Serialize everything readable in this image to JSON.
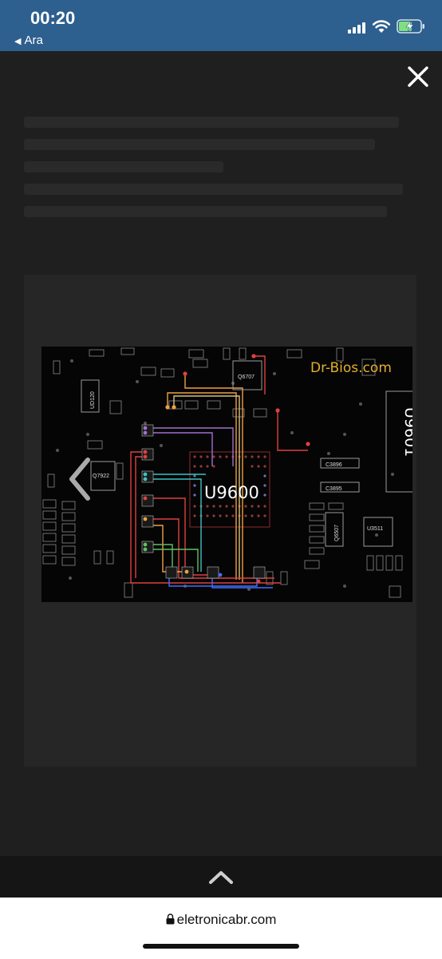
{
  "status_bar": {
    "time": "00:20",
    "back_app": "Ara",
    "back_glyph": "◀"
  },
  "viewer": {
    "board_main_label": "U9600",
    "board_side_label": "U9601",
    "watermark": "Dr-Bios.com",
    "components": [
      "Q6707",
      "UD120",
      "Q7922",
      "C3896",
      "C3895",
      "Q6507",
      "U3511"
    ],
    "colors": {
      "board": "#050505",
      "watermark": "#e3b02a",
      "trace_orange": "#f0a040",
      "trace_red": "#e04040",
      "trace_purple": "#a070d0",
      "trace_cyan": "#40c0c0",
      "trace_blue": "#4070ff",
      "trace_green": "#60c060"
    }
  },
  "icons": {
    "close": "close-icon",
    "prev": "chevron-left-icon",
    "toolbar": "chevron-up-icon",
    "lock": "lock-icon"
  },
  "browser": {
    "url": "eletronicabr.com"
  },
  "colors": {
    "status_bar": "#2d5f8f",
    "overlay": "#1e1e1e",
    "toolbar": "#151515",
    "url_bar": "#ffffff"
  }
}
